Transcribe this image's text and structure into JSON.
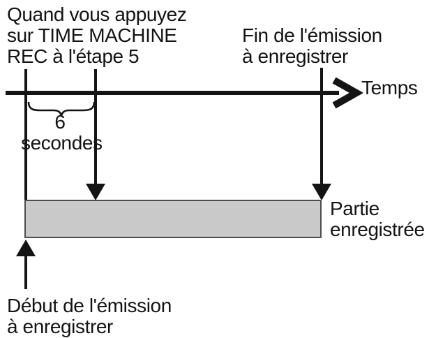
{
  "diagram": {
    "labels": {
      "press_line1": "Quand vous appuyez",
      "press_line2": "sur TIME MACHINE",
      "press_line3": "REC à l'étape 5",
      "end_line1": "Fin de l'émission",
      "end_line2": "à enregistrer",
      "time_axis": "Temps",
      "duration_value": "6",
      "duration_unit": "secondes",
      "recorded_line1": "Partie",
      "recorded_line2": "enregistrée",
      "start_line1": "Début de l'émission",
      "start_line2": "à enregistrer"
    },
    "colors": {
      "line": "#141414",
      "box_fill": "#c9c9c9",
      "box_border": "#4d4d4d",
      "background": "#ffffff"
    }
  }
}
